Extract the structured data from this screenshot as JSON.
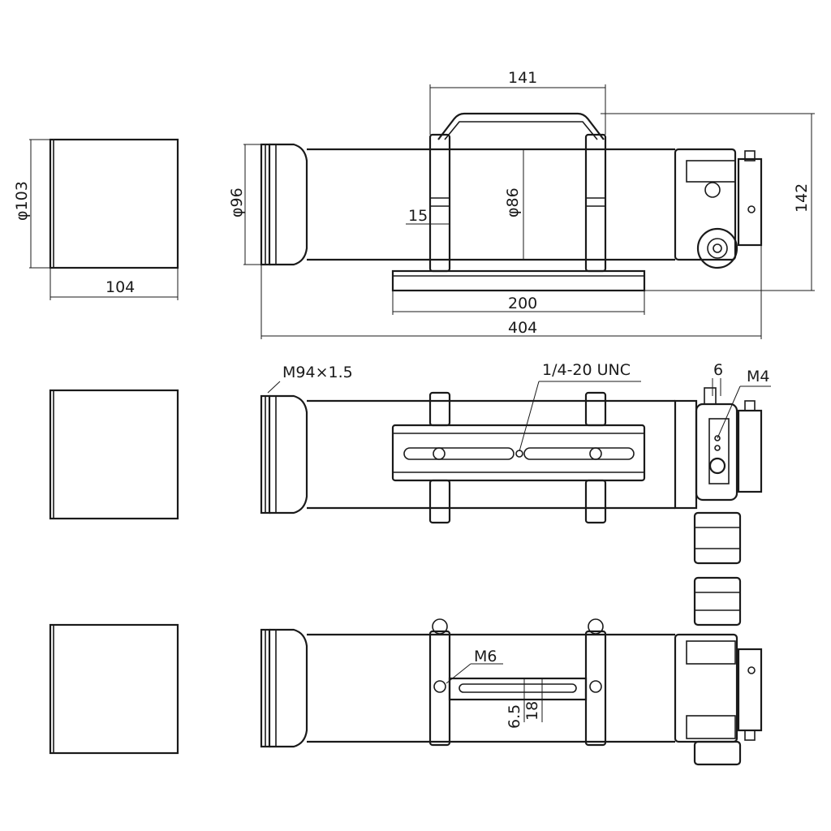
{
  "labels": {
    "lens_cap_diameter": "φ103",
    "lens_cap_length": "104",
    "objective_diameter": "φ96",
    "tube_diameter": "φ86",
    "ring_width": "15",
    "handle_span": "141",
    "rail_length": "200",
    "total_length": "404",
    "total_height": "142",
    "thread_spec": "M94×1.5",
    "mount_screw": "1/4-20 UNC",
    "focuser_dim": "6",
    "focuser_thread": "M4",
    "ring_screw": "M6",
    "slot_width": "6.5",
    "bar_width": "18"
  },
  "colors": {
    "line": "#1a1a1a",
    "background": "#ffffff"
  }
}
